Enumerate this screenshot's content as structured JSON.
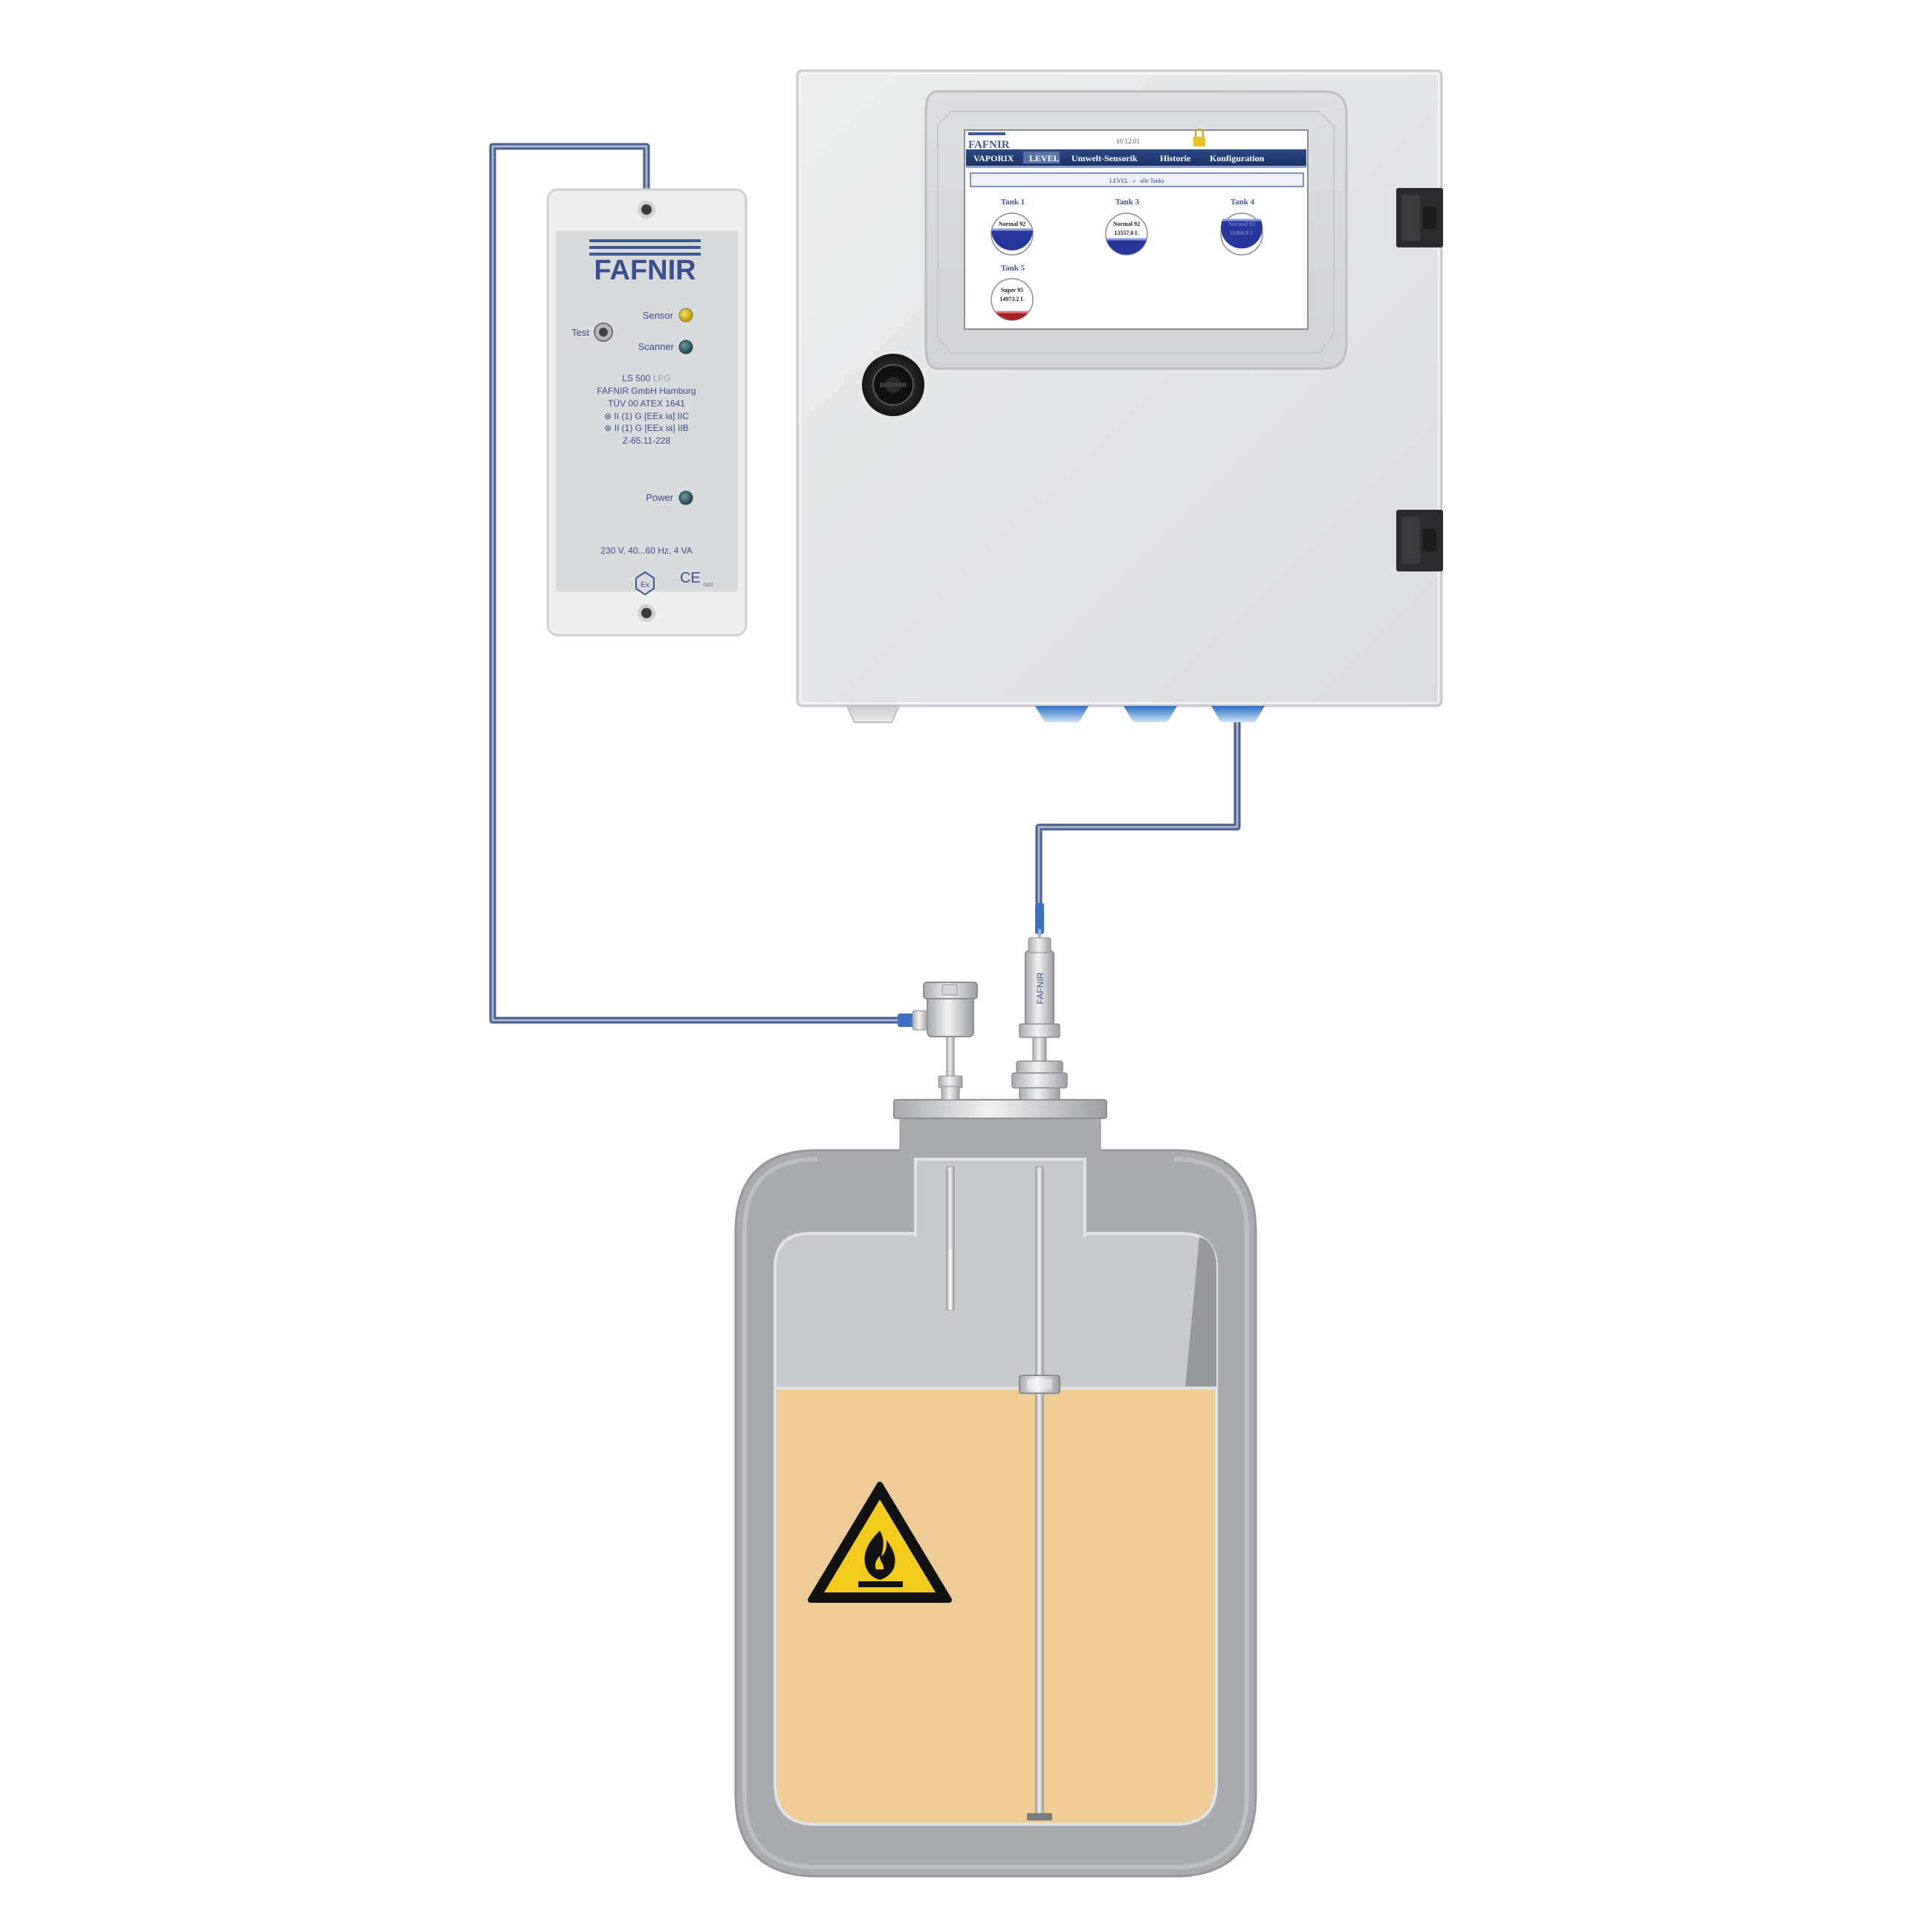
{
  "colors": {
    "cable": "#5d76a6",
    "connector_blue": "#3d6fc4",
    "enclosure": "#e5e6e8",
    "brand_blue": "#3f5896",
    "tank_shell": "#a7a9ac",
    "liquid": "#efcb95",
    "vapor": "#c8c9cb",
    "led_yellow": "#d8b411",
    "led_teal": "#36606a"
  },
  "icons": {
    "hazard": "flammable-warning-icon",
    "atex": "ex-mark-icon",
    "ce": "ce-mark-icon"
  },
  "module": {
    "logo": "FAFNIR",
    "sensor_label": "Sensor",
    "test_label": "Test",
    "scanner_label": "Scanner",
    "model": "LS 500",
    "model_suffix": "LPG",
    "company": "FAFNIR GmbH Hamburg",
    "atex_cert": "TÜV 00 ATEX 1641",
    "ex_class_1": "⊛ II (1) G [EEx ia] IIC",
    "ex_class_2": "⊛ II (1) G [EEx ia] IIB",
    "approval": "Z-65.11-228",
    "power_label": "Power",
    "power_rating": "230 V, 40...60 Hz, 4 VA",
    "ex_mark": "Ex",
    "ce_mark": "CE",
    "ce_number": "0102"
  },
  "screen": {
    "logo": "FAFNIR",
    "time": "10:12:01",
    "tabs": [
      {
        "label": "VAPORIX",
        "active": false
      },
      {
        "label": "LEVEL",
        "active": true
      },
      {
        "label": "Umwelt-Sensorik",
        "active": false
      },
      {
        "label": "Historie",
        "active": false
      },
      {
        "label": "Konfiguration",
        "active": false
      }
    ],
    "breadcrumb": "LEVEL   »   alle Tanks",
    "tanks": [
      {
        "name": "Tank 1",
        "product": "Normal 92",
        "volume": "",
        "fill": 0.55
      },
      {
        "name": "Tank 3",
        "product": "Normal 92",
        "volume": "13557.0 L",
        "fill": 0.42
      },
      {
        "name": "Tank 4",
        "product": "Normal 92",
        "volume": "11466.9 L",
        "fill": 0.85
      },
      {
        "name": "Tank 5",
        "product": "Super 95",
        "volume": "14973.2 L",
        "fill": 0.2
      }
    ]
  },
  "probe": {
    "brand": "FAFNIR"
  }
}
